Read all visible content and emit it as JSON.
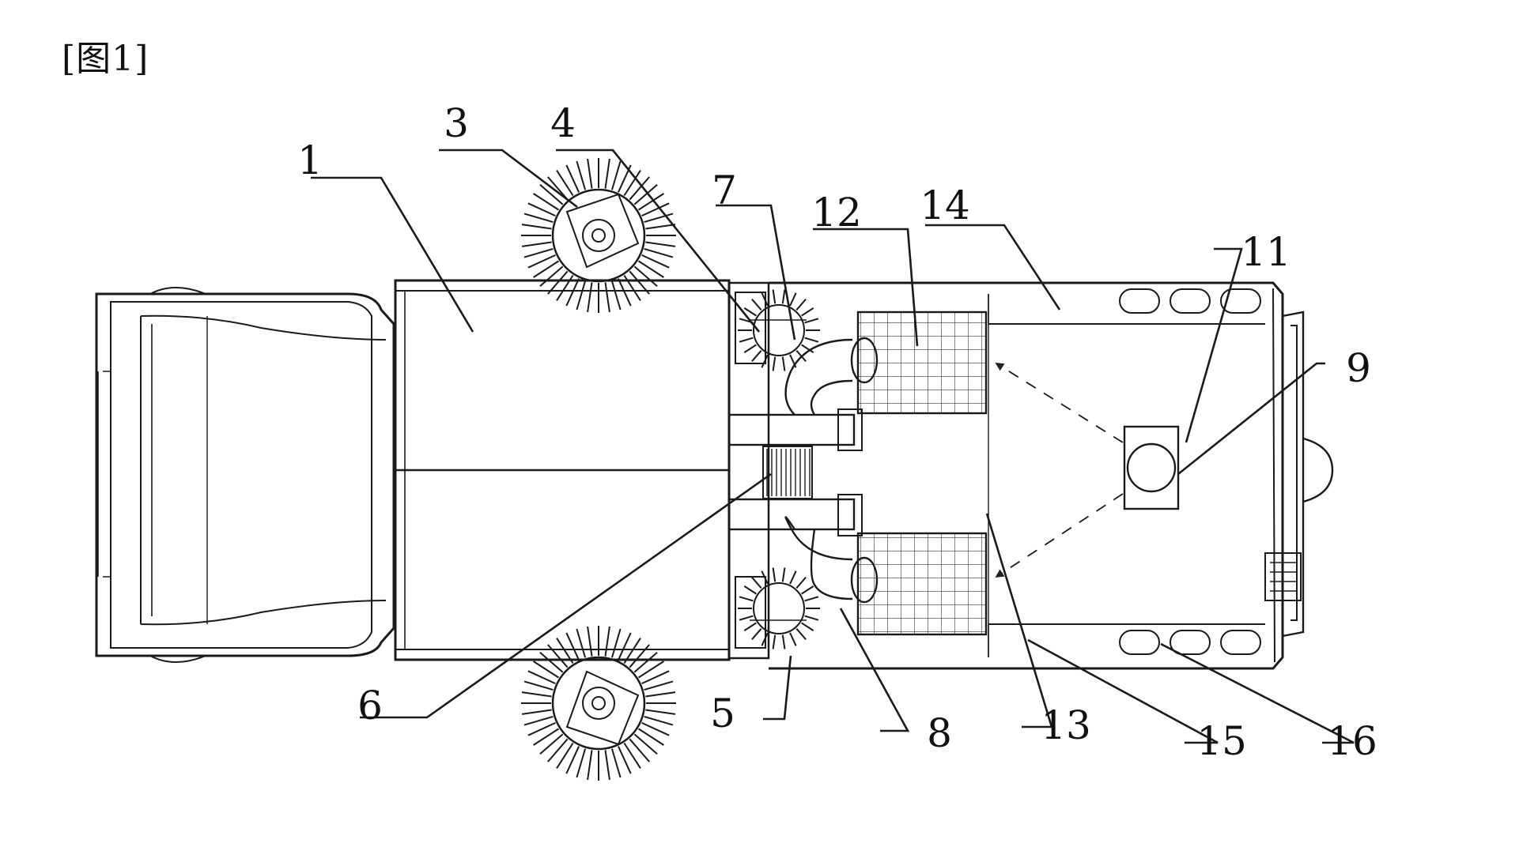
{
  "figure_label": "[图1]",
  "callouts": {
    "c1": "1",
    "c3": "3",
    "c4": "4",
    "c5": "5",
    "c6": "6",
    "c7": "7",
    "c8": "8",
    "c9": "9",
    "c11": "11",
    "c12": "12",
    "c13": "13",
    "c14": "14",
    "c15": "15",
    "c16": "16"
  }
}
